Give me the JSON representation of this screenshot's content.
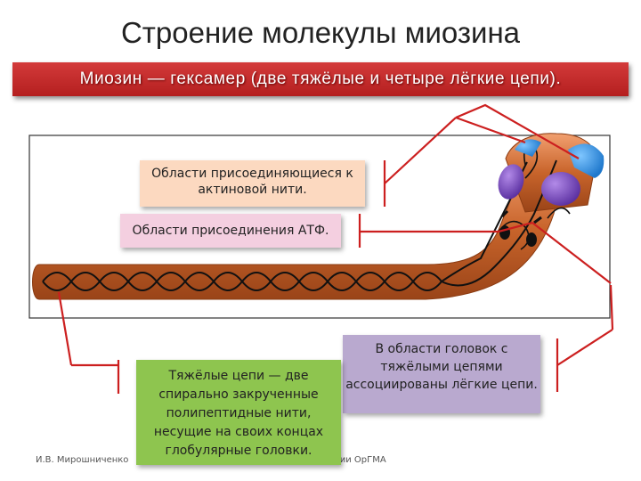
{
  "title": "Строение молекулы миозина",
  "banner": "Миозин — гексамер (две тяжёлые и четыре лёгкие цепи).",
  "labels": {
    "actin_binding": "Области присоединяющиеся к актиновой нити.",
    "atp_binding": "Области присоединения АТФ.",
    "heavy_chains": "Тяжёлые цепи — две спирально закрученные полипептидные нити, несущие на своих концах глобулярные головки.",
    "light_chains": "В области головок с тяжёлыми цепями ассоциированы лёгкие цепи."
  },
  "footer": {
    "author": "И.В. Мирошниченко",
    "department": "зиологии ОрГМА"
  },
  "colors": {
    "banner": "#c62828",
    "pointer_lines": "#cc1f1f",
    "myosin_body": "#c8642b",
    "heads_purple": "#6a3fb0",
    "light_chains_blue": "#2f8fe0",
    "heavy_chain_box": "#8ec54f",
    "light_chain_box": "#b9a9cf"
  }
}
